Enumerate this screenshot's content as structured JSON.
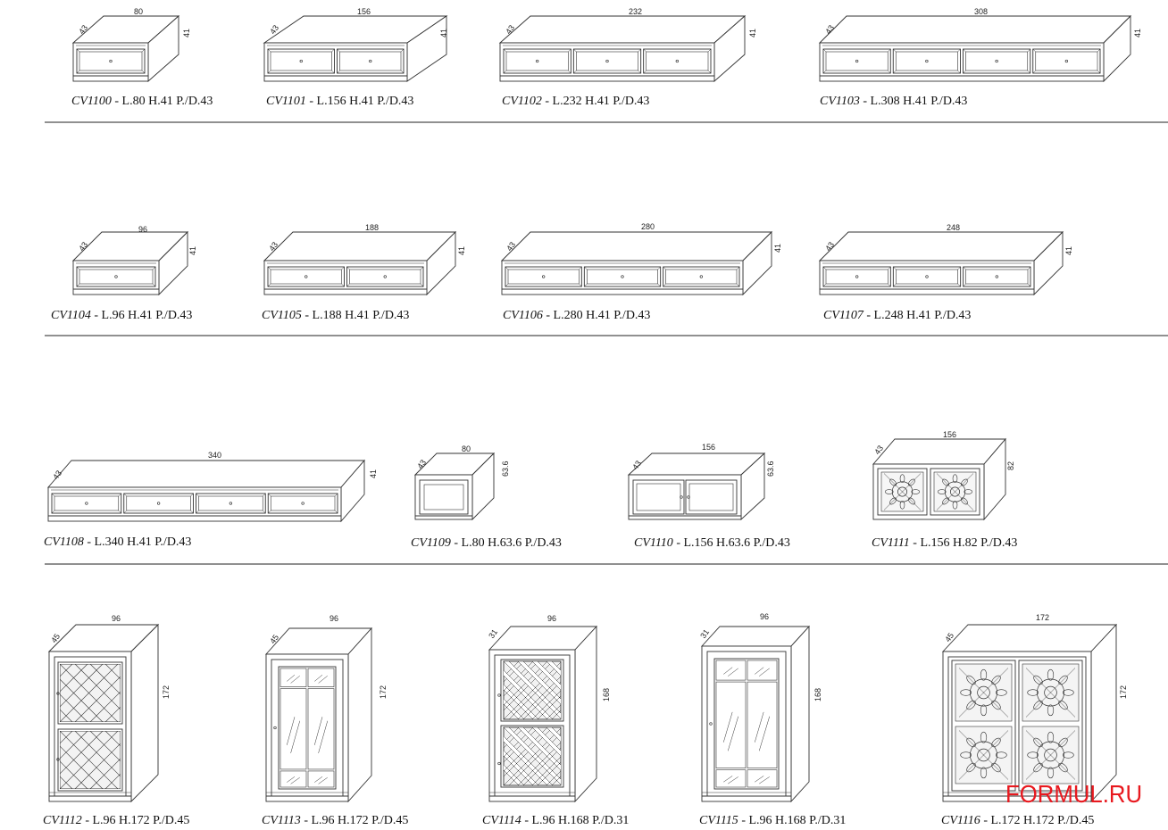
{
  "watermark": "FORMUL.RU",
  "items": [
    {
      "code": "CV1100",
      "spec": "L.80 H.41 P./D.43",
      "dims": [
        "80",
        "43",
        "41"
      ]
    },
    {
      "code": "CV1101",
      "spec": "L.156 H.41 P./D.43",
      "dims": [
        "156",
        "43",
        "41"
      ]
    },
    {
      "code": "CV1102",
      "spec": "L.232 H.41 P./D.43",
      "dims": [
        "232",
        "43",
        "41"
      ]
    },
    {
      "code": "CV1103",
      "spec": "L.308 H.41 P./D.43",
      "dims": [
        "308",
        "43",
        "41"
      ]
    },
    {
      "code": "CV1104",
      "spec": "L.96 H.41 P./D.43",
      "dims": [
        "96",
        "43",
        "41"
      ]
    },
    {
      "code": "CV1105",
      "spec": "L.188 H.41 P./D.43",
      "dims": [
        "188",
        "43",
        "41"
      ]
    },
    {
      "code": "CV1106",
      "spec": "L.280 H.41 P./D.43",
      "dims": [
        "280",
        "43",
        "41"
      ]
    },
    {
      "code": "CV1107",
      "spec": "L.248 H.41 P./D.43",
      "dims": [
        "248",
        "43",
        "41"
      ]
    },
    {
      "code": "CV1108",
      "spec": "L.340 H.41 P./D.43",
      "dims": [
        "340",
        "43",
        "41"
      ]
    },
    {
      "code": "CV1109",
      "spec": "L.80 H.63.6 P./D.43",
      "dims": [
        "80",
        "43",
        "63.6"
      ]
    },
    {
      "code": "CV1110",
      "spec": "L.156 H.63.6 P./D.43",
      "dims": [
        "156",
        "43",
        "63.6"
      ]
    },
    {
      "code": "CV1111",
      "spec": "L.156 H.82 P./D.43",
      "dims": [
        "156",
        "43",
        "82"
      ]
    },
    {
      "code": "CV1112",
      "spec": "L.96 H.172 P./D.45",
      "dims": [
        "96",
        "45",
        "172"
      ]
    },
    {
      "code": "CV1113",
      "spec": "L.96 H.172 P./D.45",
      "dims": [
        "96",
        "45",
        "172"
      ]
    },
    {
      "code": "CV1114",
      "spec": "L.96 H.168 P./D.31",
      "dims": [
        "96",
        "31",
        "168"
      ]
    },
    {
      "code": "CV1115",
      "spec": "L.96 H.168 P./D.31",
      "dims": [
        "96",
        "31",
        "168"
      ]
    },
    {
      "code": "CV1116",
      "spec": "L.172 H.172 P./D.45",
      "dims": [
        "172",
        "45",
        "172"
      ]
    }
  ]
}
